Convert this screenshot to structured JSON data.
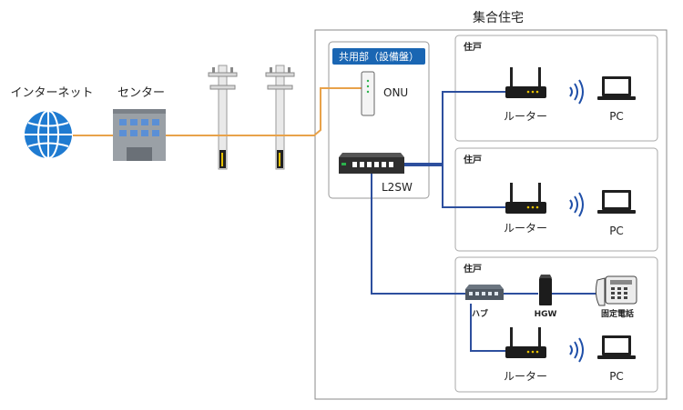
{
  "title": "集合住宅",
  "labels": {
    "internet": "インターネット",
    "center": "センター",
    "common_area": "共用部（設備盤）",
    "onu": "ONU",
    "l2sw": "L2SW",
    "unit": "住戸",
    "router": "ルーター",
    "pc": "PC",
    "hub": "ハブ",
    "hgw": "HGW",
    "phone": "固定電話"
  },
  "colors": {
    "fiber_line": "#e8a24a",
    "lan_line": "#2d4f9e",
    "wifi": "#1f4fa8",
    "badge": "#1a66b3",
    "globe": "#1f7bd1",
    "frame": "#888888",
    "unit_frame": "#a8a8a8"
  },
  "units": [
    {
      "label": "住戸",
      "devices": [
        "ルーター",
        "PC"
      ]
    },
    {
      "label": "住戸",
      "devices": [
        "ルーター",
        "PC"
      ]
    },
    {
      "label": "住戸",
      "devices": [
        "ハブ",
        "HGW",
        "固定電話",
        "ルーター",
        "PC"
      ]
    }
  ]
}
